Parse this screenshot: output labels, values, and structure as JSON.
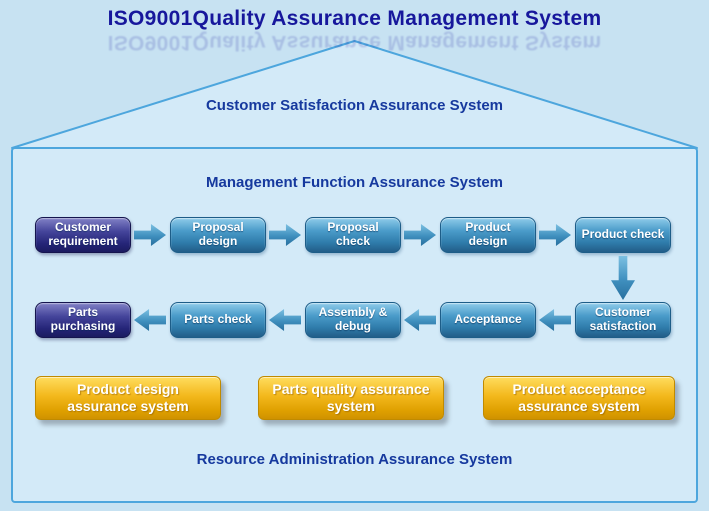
{
  "title": "ISO9001Quality Assurance Management System",
  "roof": {
    "label": "Customer Satisfaction Assurance System"
  },
  "body": {
    "heading": "Management Function Assurance System",
    "footer": "Resource Administration Assurance System"
  },
  "flow": {
    "row1": [
      {
        "label": "Customer requirement"
      },
      {
        "label": "Proposal design"
      },
      {
        "label": "Proposal check"
      },
      {
        "label": "Product design"
      },
      {
        "label": "Product check"
      }
    ],
    "row2": [
      {
        "label": "Parts purchasing"
      },
      {
        "label": "Parts check"
      },
      {
        "label": "Assembly & debug"
      },
      {
        "label": "Acceptance"
      },
      {
        "label": "Customer satisfaction"
      }
    ]
  },
  "assurance": [
    {
      "label": "Product design assurance system"
    },
    {
      "label": "Parts quality assurance system"
    },
    {
      "label": "Product acceptance assurance system"
    }
  ],
  "colors": {
    "background": "#c7e2f2",
    "house_fill": "#d3eaf8",
    "house_outline": "#4da6dd",
    "title_text": "#17179c",
    "heading_text": "#16399e",
    "box_blue": "#2f7cab",
    "box_dark_navy": "#252578",
    "gold": "#f3b81c",
    "arrow_blue": "#3f8fbe"
  }
}
